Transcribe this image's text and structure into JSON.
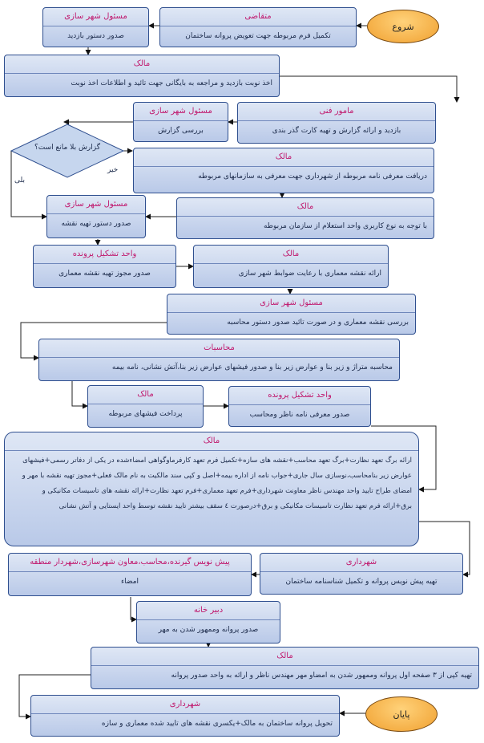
{
  "start": "شروع",
  "end": "پایان",
  "nodes": {
    "n1": {
      "title": "متقاضی",
      "body": "تکمیل فرم مربوطه جهت تعویض پروانه ساختمان"
    },
    "n2": {
      "title": "مسئول شهر سازی",
      "body": "صدور دستور بازدید"
    },
    "n3": {
      "title": "مالک",
      "body": "اخذ نوبت بازدید و مراجعه به بایگانی جهت تائید و اطلاعات اخذ نوبت"
    },
    "n4": {
      "title": "مامور فنی",
      "body": "بازدید و ارائه گزارش و تهیه کارت گذر بندی"
    },
    "n5": {
      "title": "مسئول شهر سازی",
      "body": "بررسی گزارش"
    },
    "n6": {
      "title": "مالک",
      "body": "دریافت معرفی نامه مربوطه از شهرداری جهت معرفی به سازمانهای مربوطه"
    },
    "n7": {
      "title": "مالک",
      "body": "با توجه به نوع کاربری واحد استعلام از سازمان مربوطه"
    },
    "n8": {
      "title": "مسئول شهر سازی",
      "body": "صدور دستور تهیه نقشه"
    },
    "n9": {
      "title": "واحد تشکیل پرونده",
      "body": "صدور مجوز تهیه نقشه معماری"
    },
    "n10": {
      "title": "مالک",
      "body": "ارائه نقشه معماری با رعایت ضوابط شهر سازی"
    },
    "n11": {
      "title": "مسئول شهر سازی",
      "body": "بررسی نقشه معماری و در صورت تائید صدور دستور محاسبه"
    },
    "n12": {
      "title": "محاسبات",
      "body": "محاسبه متراژ و زیر بنا و عوارض زیر بنا و صدور فیشهای عوارض زیر بنا،آتش نشانی، نامه بیمه"
    },
    "n13": {
      "title": "مالک",
      "body": "پرداخت فیشهای مربوطه"
    },
    "n14": {
      "title": "واحد تشکیل پرونده",
      "body": "صدور معرفی نامه ناظر ومحاسب"
    },
    "n15": {
      "title": "مالک",
      "body": "ارائه برگ تعهد نظارت+برگ تعهد محاسب+نقشه های سازه+تکمیل فرم تعهد کارفرماوگواهی امضاءشده در یکی از دفاتر رسمی+فیشهای عوارض زیر بنامحاسب،نوسازی سال جاری+جواب نامه از اداره بیمه+اصل و کپی سند مالکیت به نام مالک فعلی+مجوز تهیه نقشه با مهر و امضای طراح تایید واحد مهندس ناظر معاونت شهرداری+فرم تعهد معماری+فرم تعهد نظارت+ارائه نقشه های تاسیسات مکانیکی و برق+ارائه فرم تعهد نظارت تاسیسات مکانیکی و برق+درصورت ٤ سقف بیشتر تایید نقشه توسط واحد ایستایی و آتش نشانی"
    },
    "n16": {
      "title": "شهرداری",
      "body": "تهیه پیش نویس پروانه و تکمیل شناسنامه ساختمان"
    },
    "n17": {
      "title": "پیش نویس گیرنده،محاسب،معاون شهرسازی،شهردار منطقه",
      "body": "امضاء"
    },
    "n18": {
      "title": "دبیر خانه",
      "body": "صدور پروانه وممهور شدن به مهر"
    },
    "n19": {
      "title": "مالک",
      "body": "تهیه کپی از ۳ صفحه اول پروانه وممهور شدن به امضاو مهر مهندس ناظر و ارائه به واحد صدور پروانه"
    },
    "n20": {
      "title": "شهرداری",
      "body": "تحویل پروانه ساختمان به مالک+یکسری نقشه های تایید شده معماری و سازه"
    }
  },
  "decision": {
    "text": "گزارش بلا مانع است؟",
    "yes": "خیر",
    "no": "بلی"
  }
}
